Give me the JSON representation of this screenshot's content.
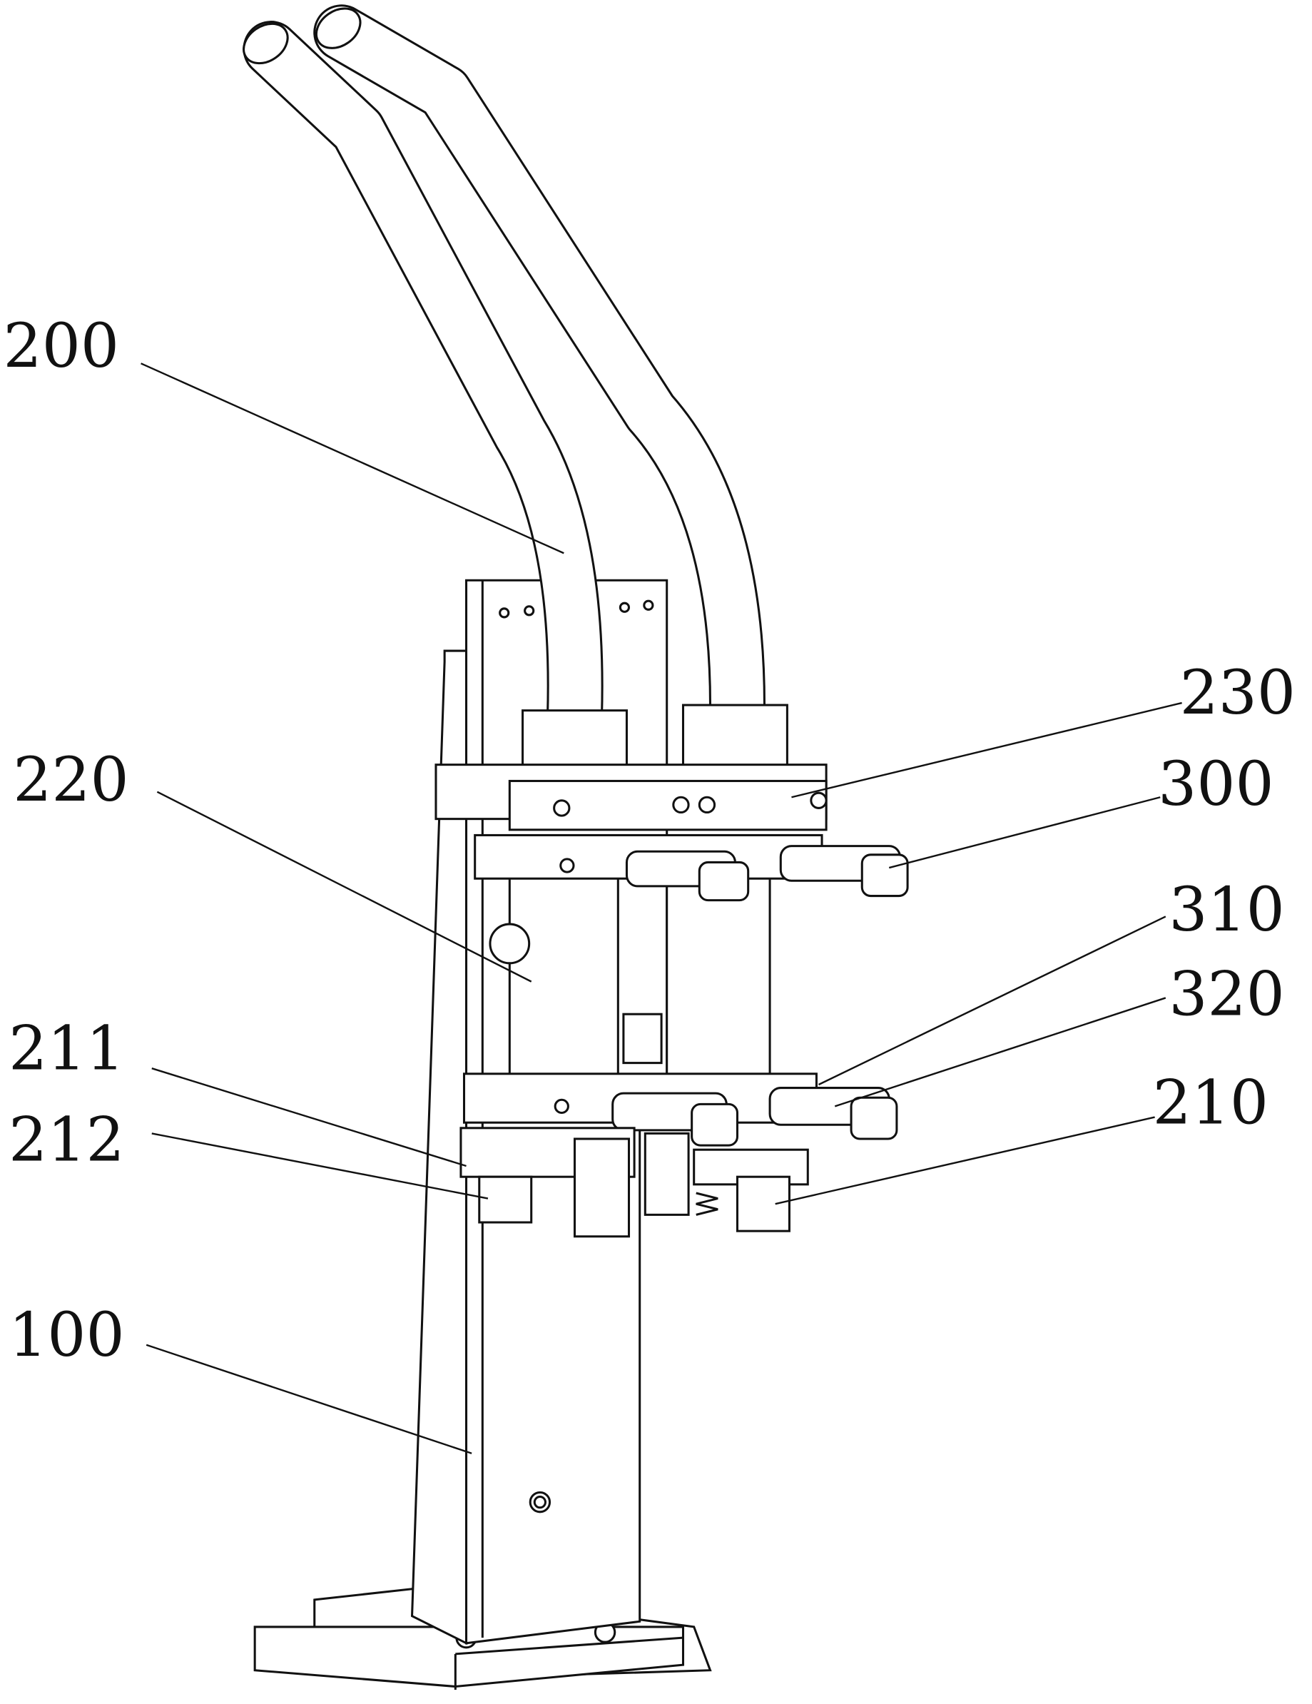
{
  "figure": {
    "labels": {
      "l200": "200",
      "l230": "230",
      "l220": "220",
      "l300": "300",
      "l310": "310",
      "l320": "320",
      "l211": "211",
      "l212": "212",
      "l210": "210",
      "l100": "100"
    }
  }
}
